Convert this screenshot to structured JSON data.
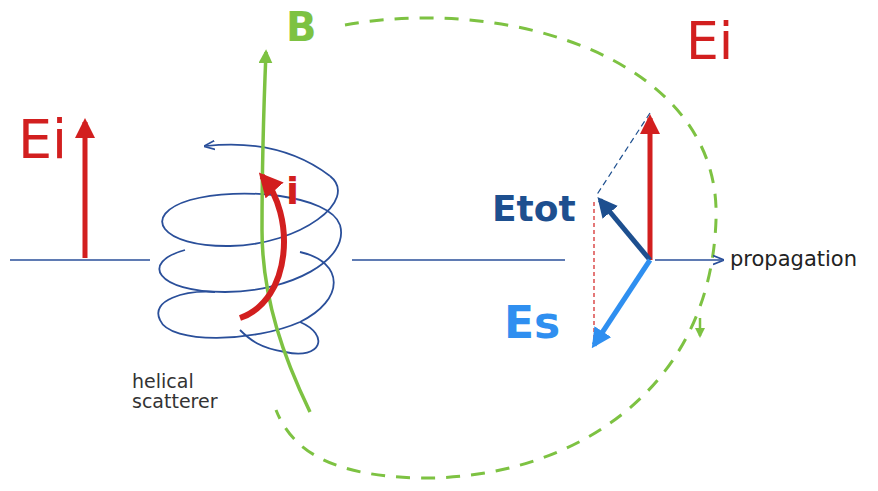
{
  "diagram": {
    "labels": [
      "Ei",
      "B",
      "i",
      "helical scatterer",
      "Ei",
      "Etot",
      "Es",
      "propagation"
    ]
  }
}
